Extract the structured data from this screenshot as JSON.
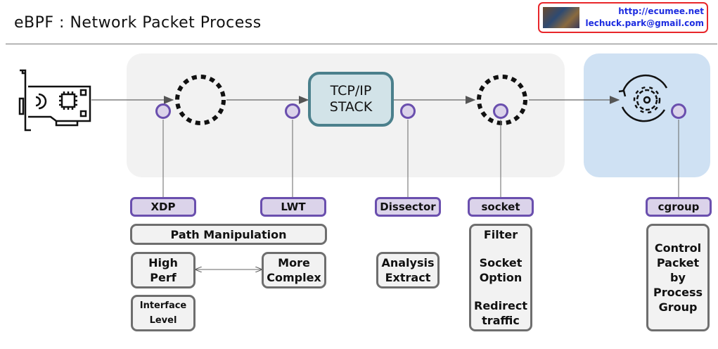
{
  "header": {
    "title": "eBPF : Network Packet Process",
    "badge": {
      "url": "http://ecumee.net",
      "email": "lechuck.park@gmail.com"
    }
  },
  "diagram": {
    "nic_icon": "network-card-icon",
    "stack_label": "TCP/IP\nSTACK",
    "cgroup_icon": "gear-cycle-icon",
    "hooks": [
      {
        "name": "XDP"
      },
      {
        "name": "LWT"
      },
      {
        "name": "Dissector"
      },
      {
        "name": "socket"
      },
      {
        "name": "cgroup"
      }
    ],
    "boxes": {
      "path_manipulation": "Path Manipulation",
      "high_perf": "High\nPerf",
      "more_complex": "More\nComplex",
      "interface_level": "Interface\nLevel",
      "analysis_extract": "Analysis\nExtract",
      "socket_features": [
        "Filter",
        "Socket\nOption",
        "Redirect\ntraffic"
      ],
      "control_packet": "Control\nPacket\nby\nProcess\nGroup"
    }
  },
  "colors": {
    "hook_border": "#6a4fae",
    "hook_fill": "#dbd3ea",
    "stack_border": "#4b808c",
    "stack_fill": "#d2e3e8",
    "panel_gray": "#f2f2f2",
    "panel_blue": "#cfe1f3",
    "badge_border": "#e8262a",
    "badge_text": "#1d2ce0"
  }
}
